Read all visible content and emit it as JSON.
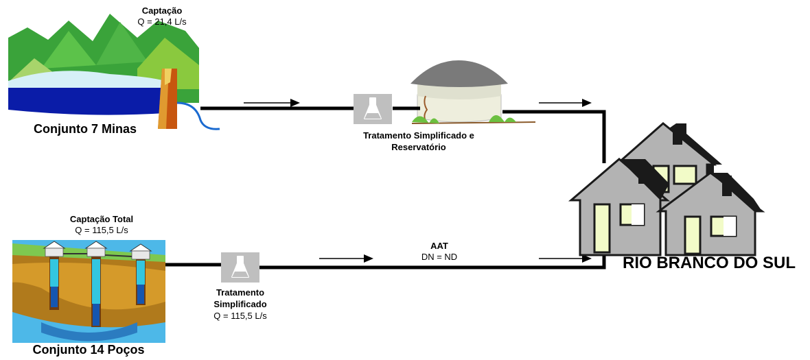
{
  "top_source": {
    "title": "Captação",
    "flow": "Q = 21,4 L/s",
    "name": "Conjunto 7 Minas"
  },
  "top_treatment": {
    "label_line1": "Tratamento Simplificado e",
    "label_line2": "Reservatório"
  },
  "bottom_source": {
    "title": "Captação Total",
    "flow": "Q = 115,5 L/s",
    "name": "Conjunto 14 Poços"
  },
  "bottom_treatment": {
    "label_line1": "Tratamento",
    "label_line2": "Simplificado",
    "flow": "Q = 115,5 L/s"
  },
  "pipeline": {
    "name": "AAT",
    "diameter": "DN = ND"
  },
  "destination": {
    "name": "RIO BRANCO DO SUL"
  },
  "colors": {
    "pipe": "#000000",
    "flask_bg": "#bfbfbf",
    "house_fill": "#b3b3b3",
    "house_window": "#f2fbc8",
    "water": "#0a1ca8",
    "lake": "#d6f0f7"
  }
}
